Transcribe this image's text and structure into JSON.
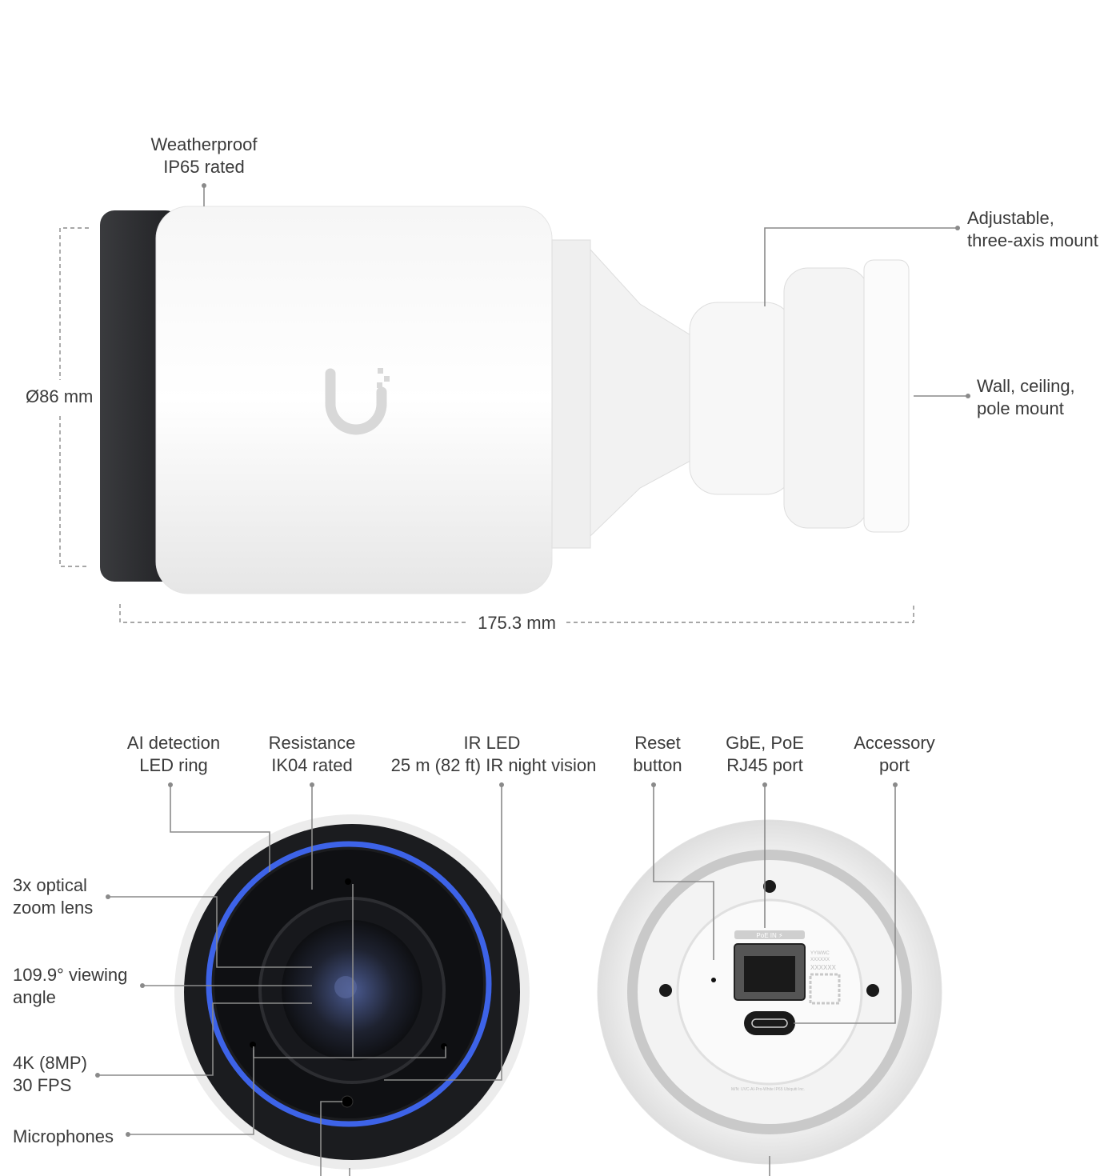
{
  "side_view": {
    "weatherproof": [
      "Weatherproof",
      "IP65 rated"
    ],
    "mount": [
      "Adjustable,",
      "three-axis mount"
    ],
    "diameter": "Ø86 mm",
    "wall": [
      "Wall, ceiling,",
      "pole mount"
    ],
    "length": "175.3 mm"
  },
  "front_view": {
    "ai_ring": [
      "AI detection",
      "LED ring"
    ],
    "resistance": [
      "Resistance",
      "IK04 rated"
    ],
    "ir_led": [
      "IR LED",
      "25 m (82 ft) IR night vision"
    ],
    "zoom": [
      "3x optical",
      "zoom lens"
    ],
    "angle": [
      "109.9° viewing",
      "angle"
    ],
    "resolution": [
      "4K (8MP)",
      "30 FPS"
    ],
    "mics": "Microphones"
  },
  "back_view": {
    "reset": [
      "Reset",
      "button"
    ],
    "rj45": [
      "GbE, PoE",
      "RJ45 port"
    ],
    "accessory": [
      "Accessory",
      "port"
    ],
    "port_label": "PoE IN ⚡",
    "serial": [
      "YYWWC",
      "XXXXXX",
      "XXXXXX"
    ],
    "model_line": "M/N: UVC-AI-Pro-White  IP65  Ubiquiti Inc."
  },
  "colors": {
    "led_ring": "#3d63e8",
    "leader": "#8a8a8a",
    "camera_front": "#2a2b2e",
    "body": "#ffffff"
  }
}
